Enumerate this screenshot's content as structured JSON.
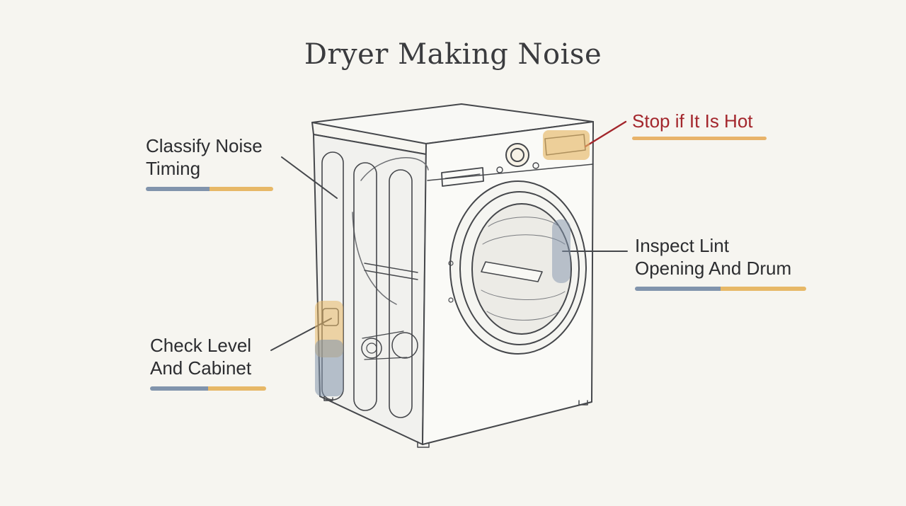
{
  "title": "Dryer Making Noise",
  "callouts": {
    "classify": {
      "lines": [
        "Classify Noise",
        "Timing"
      ]
    },
    "stop_hot": {
      "lines": [
        "Stop if It Is Hot"
      ]
    },
    "inspect": {
      "lines": [
        "Inspect Lint",
        "Opening And Drum"
      ]
    },
    "check_level": {
      "lines": [
        "Check Level",
        "And Cabinet"
      ]
    }
  },
  "colors": {
    "warning": "#a3262c",
    "highlight_warm": "#e7b867",
    "highlight_cool": "#8194ac"
  }
}
